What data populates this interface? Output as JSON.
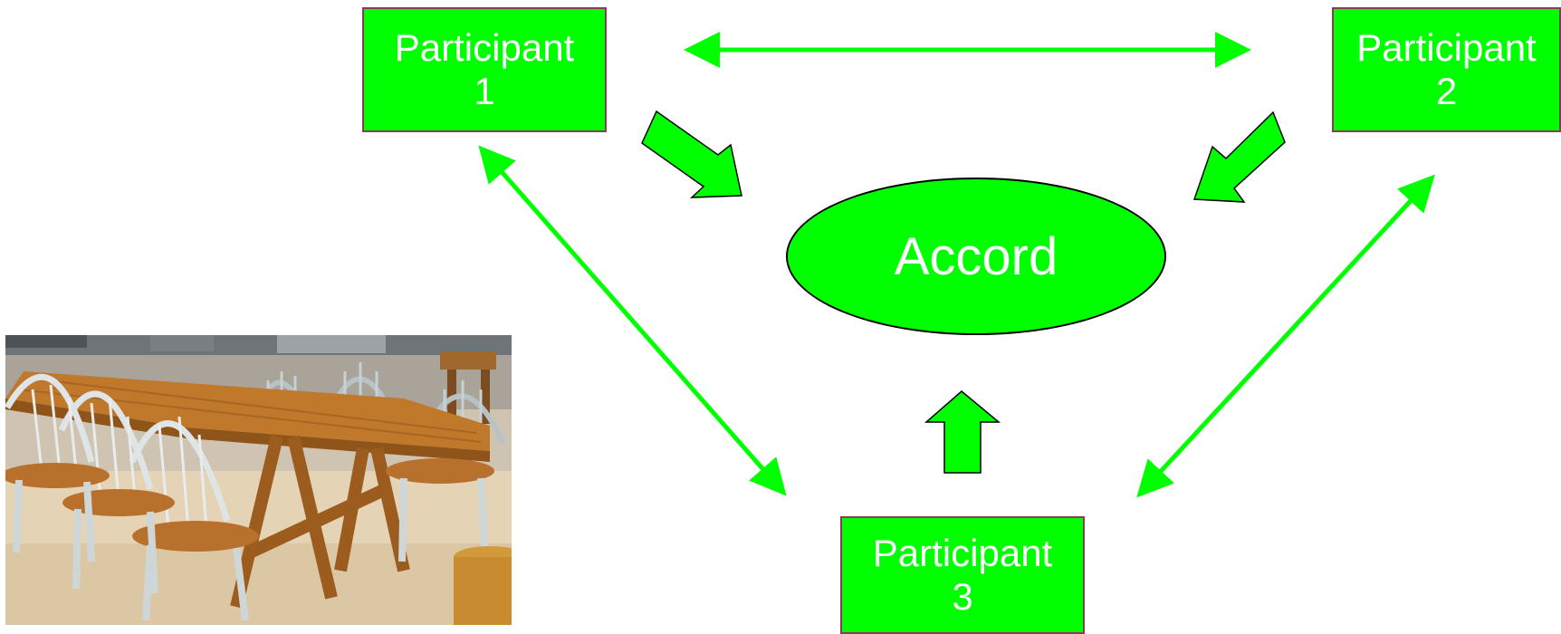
{
  "diagram": {
    "participant1": {
      "line1": "Participant",
      "line2": "1"
    },
    "participant2": {
      "line1": "Participant",
      "line2": "2"
    },
    "participant3": {
      "line1": "Participant",
      "line2": "3"
    },
    "center": "Accord"
  },
  "colors": {
    "node_fill": "#00ff00",
    "node_border": "#8b3a5a",
    "arrow": "#00ff00"
  }
}
